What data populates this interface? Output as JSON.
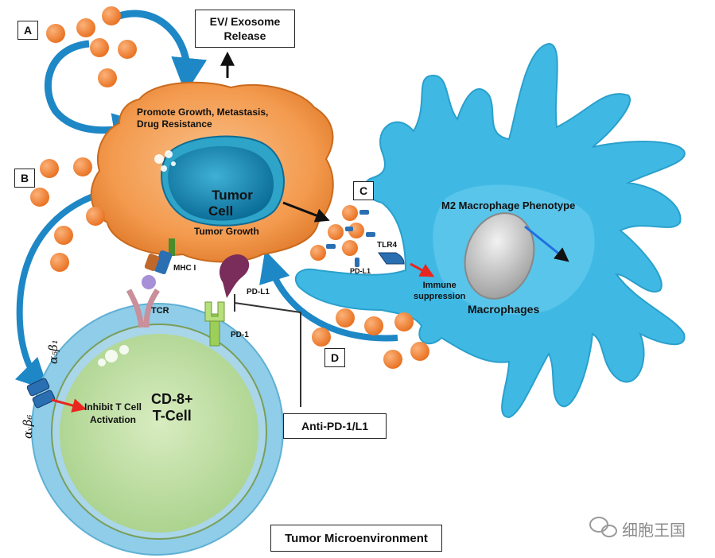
{
  "panels": {
    "a": "A",
    "b": "B",
    "c": "C",
    "d": "D"
  },
  "ev_release": {
    "line1": "EV/ Exosome",
    "line2": "Release"
  },
  "tumor": {
    "effects_line1": "Promote Growth, Metastasis,",
    "effects_line2": "Drug Resistance",
    "cell_line1": "Tumor",
    "cell_line2": "Cell",
    "growth": "Tumor Growth"
  },
  "receptors": {
    "mhc": "MHC I",
    "tcr": "TCR",
    "pdl1_tumor": "PD-L1",
    "pd1": "PD-1",
    "pdl1_ev": "PD-L1",
    "tlr4": "TLR4"
  },
  "integrins": {
    "a5b1": "α₅β₁",
    "avb6": "αᵥβ₆"
  },
  "tcell": {
    "inhibit_line1": "Inhibit T Cell",
    "inhibit_line2": "Activation",
    "name_line1": "CD-8+",
    "name_line2": "T-Cell"
  },
  "macrophage": {
    "phenotype": "M2 Macrophage Phenotype",
    "immune_line1": "Immune",
    "immune_line2": "suppression",
    "name": "Macrophages"
  },
  "therapy": "Anti-PD-1/L1",
  "environment": "Tumor Microenvironment",
  "watermark": "细胞王国",
  "colors": {
    "ev": "#f07f2a",
    "tumor_body": "#f3a05a",
    "tumor_nucleus": "#1a8fb8",
    "macrophage": "#3fb9e4",
    "tcell_outer": "#8fcde8",
    "tcell_inner": "#bfe0a2",
    "arrow_blue": "#1e87c6",
    "arrow_red": "#e8261f"
  }
}
